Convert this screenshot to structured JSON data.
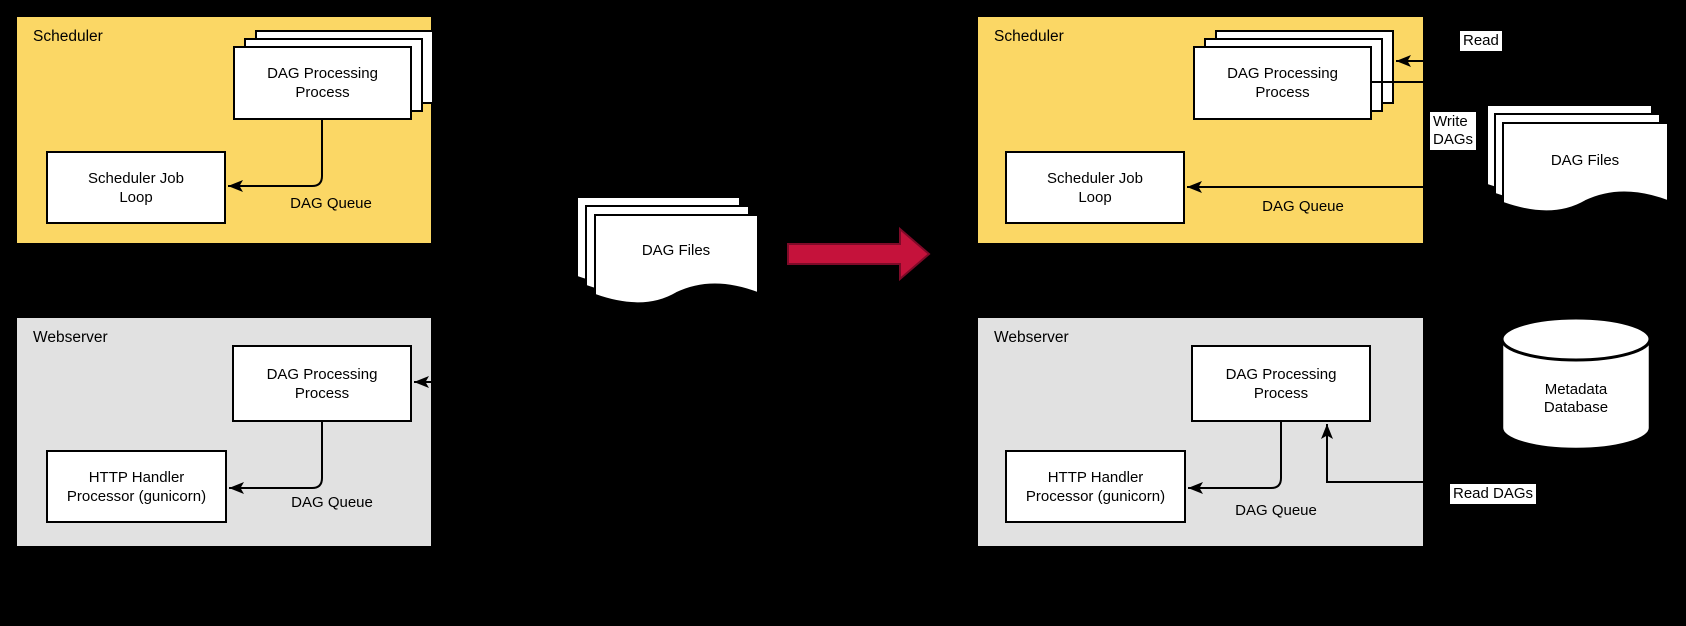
{
  "colors": {
    "background": "#000000",
    "scheduler_fill": "#FBD765",
    "webserver_fill": "#E1E1E1",
    "node_fill": "#FFFFFF",
    "line": "#000000",
    "transition_arrow_fill": "#C5123B",
    "transition_arrow_edge": "#7E0A28"
  },
  "left_diagram": {
    "scheduler": {
      "label": "Scheduler",
      "dag_processing_process": "DAG Processing\nProcess",
      "scheduler_job_loop": "Scheduler Job\nLoop",
      "dag_queue": "DAG Queue"
    },
    "webserver": {
      "label": "Webserver",
      "dag_processing_process": "DAG Processing\nProcess",
      "http_handler": "HTTP Handler\nProcessor (gunicorn)",
      "dag_queue": "DAG Queue"
    },
    "dag_files": "DAG Files"
  },
  "right_diagram": {
    "scheduler": {
      "label": "Scheduler",
      "dag_processing_process": "DAG Processing\nProcess",
      "scheduler_job_loop": "Scheduler Job\nLoop",
      "dag_queue": "DAG Queue"
    },
    "webserver": {
      "label": "Webserver",
      "dag_processing_process": "DAG Processing\nProcess",
      "http_handler": "HTTP Handler\nProcessor (gunicorn)",
      "dag_queue": "DAG Queue"
    },
    "dag_files": "DAG Files",
    "metadata_database": "Metadata\nDatabase",
    "edge_labels": {
      "read": "Read",
      "write_dags": "Write\nDAGs",
      "read_dags": "Read DAGs"
    }
  }
}
